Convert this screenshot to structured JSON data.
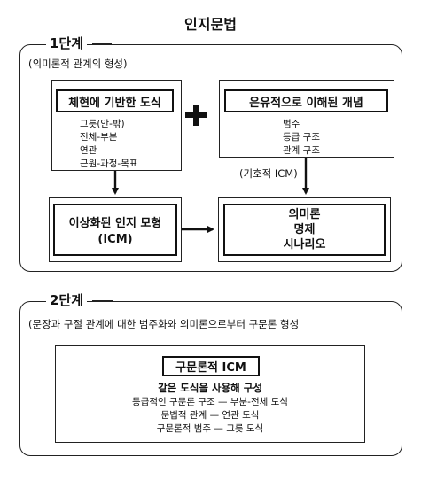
{
  "title": "인지문법",
  "stage1": {
    "label": "1단계",
    "subtitle": "(의미론적 관계의 형성)",
    "left_box": {
      "header": "체현에 기반한 도식",
      "items": [
        "그릇(안-밖)",
        "전체-부분",
        "연관",
        "근원-과정-목표"
      ]
    },
    "right_box": {
      "header": "은유적으로 이해된 개념",
      "items": [
        "범주",
        "등급 구조",
        "관계 구조"
      ]
    },
    "plus_sign": "+",
    "arrow_label": "(기호적 ICM)",
    "icm_box": {
      "line1": "이상화된 인지 모형",
      "line2": "(ICM)"
    },
    "semantics_box": {
      "lines": [
        "의미론",
        "명제",
        "시나리오"
      ]
    }
  },
  "stage2": {
    "label": "2단계",
    "subtitle": "(문장과 구절 관계에 대한 범주화와 의미론으로부터 구문론 형성",
    "box": {
      "header": "구문론적 ICM",
      "lead": "같은 도식을 사용해 구성",
      "lines": [
        "등급적인 구문론 구조 — 부분-전체 도식",
        "문법적 관계 — 연관 도식",
        "구문론적 범주 — 그릇 도식"
      ]
    }
  }
}
